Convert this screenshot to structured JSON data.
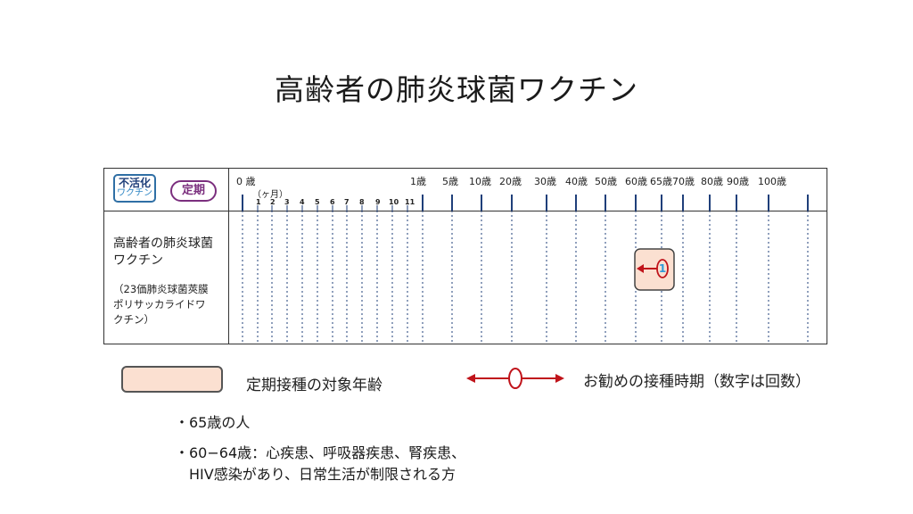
{
  "title": "高齢者の肺炎球菌ワクチン",
  "badges": {
    "inactive_top": "不活化",
    "inactive_bottom": "ワクチン",
    "periodic": "定期"
  },
  "header": {
    "ages": [
      "0 歳",
      "1歳",
      "5歳",
      "10歳",
      "20歳",
      "30歳",
      "40歳",
      "50歳",
      "60歳",
      "65歳",
      "70歳",
      "80歳",
      "90歳",
      "100歳"
    ],
    "months_label": "（ヶ月）",
    "months": [
      "1",
      "2",
      "3",
      "4",
      "5",
      "6",
      "7",
      "8",
      "9",
      "10",
      "11"
    ]
  },
  "vaccine": {
    "name_line1": "高齢者の肺炎球菌",
    "name_line2": "ワクチン",
    "sub_line1": "（23価肺炎球菌莢膜",
    "sub_line2": "ポリサッカライドワ",
    "sub_line3": "クチン）",
    "dose_number": "1",
    "target_range": [
      60,
      65
    ]
  },
  "legend": {
    "target_age": "定期接種の対象年齢",
    "recommended": "お勧めの接種時期（数字は回数）"
  },
  "notes": [
    "・65歳の人",
    "・60−64歳：心疾患、呼吸器疾患、腎疾患、",
    "HIV感染があり、日常生活が制限される方"
  ],
  "colors": {
    "target_fill": "#fbe0d1",
    "arrow": "#c0141b",
    "tick": "#1f3f7a",
    "dose_text": "#2f9ad9"
  }
}
